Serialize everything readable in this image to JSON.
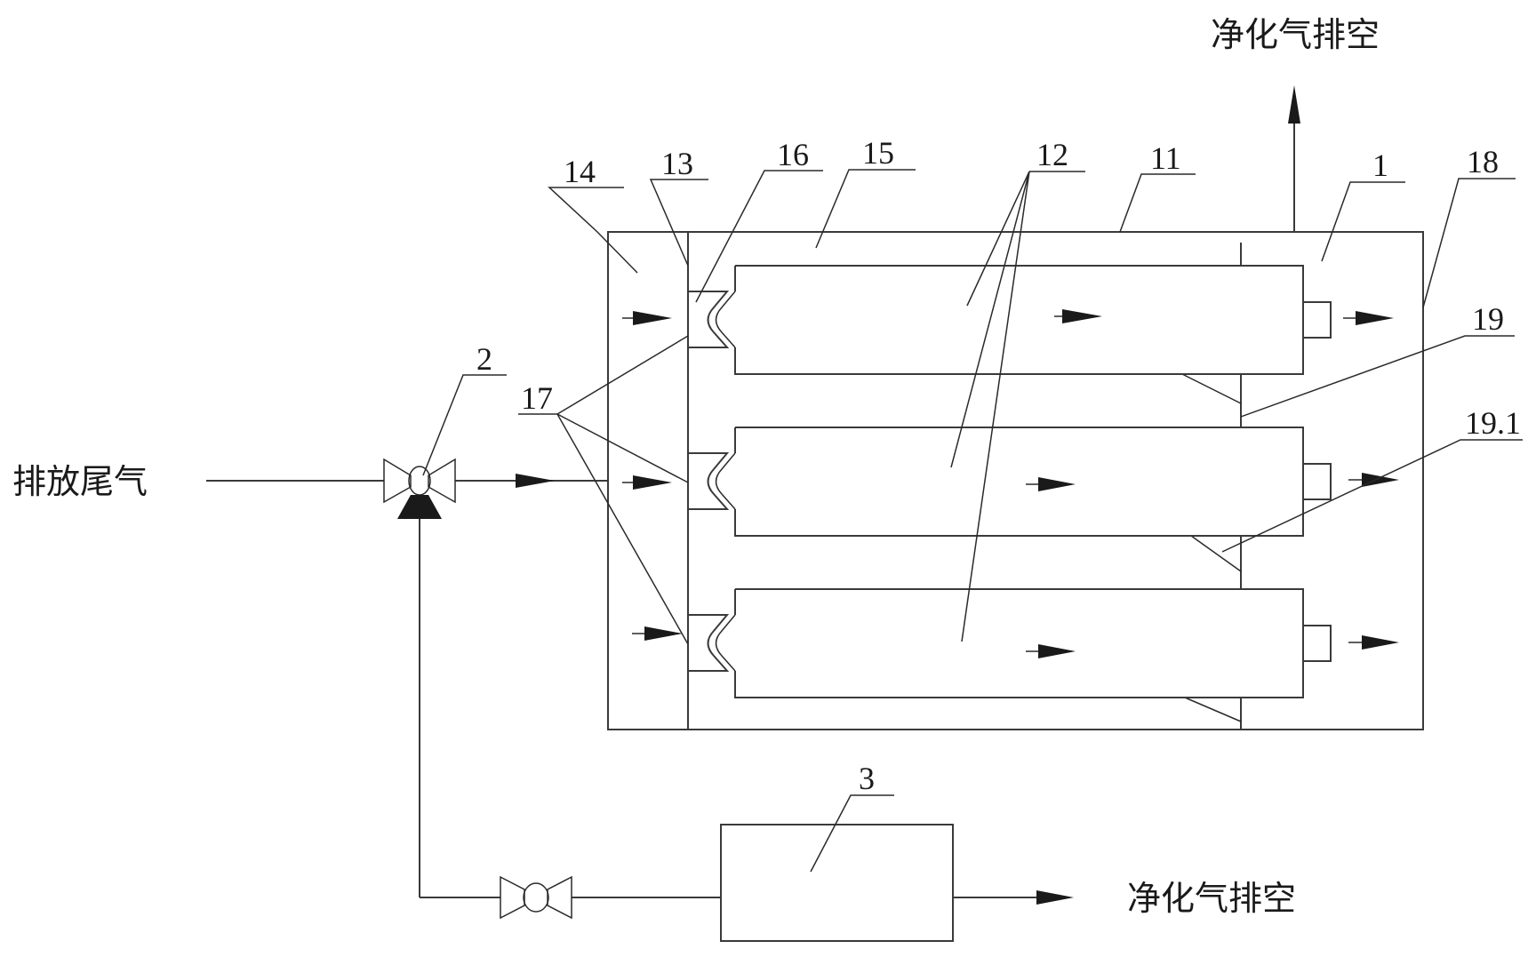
{
  "diagram": {
    "type": "process-flow-schematic",
    "texts": {
      "inlet_label": "排放尾气",
      "top_outlet_label": "净化气排空",
      "bottom_outlet_label": "净化气排空"
    },
    "callouts": {
      "c1": "1",
      "c2": "2",
      "c3": "3",
      "c11": "11",
      "c12": "12",
      "c13": "13",
      "c14": "14",
      "c15": "15",
      "c16": "16",
      "c17": "17",
      "c18": "18",
      "c19": "19",
      "c19_1": "19.1"
    },
    "components": [
      {
        "id": "1",
        "name": "purification housing"
      },
      {
        "id": "2",
        "name": "three-way control valve"
      },
      {
        "id": "3",
        "name": "secondary treatment unit"
      },
      {
        "id": "11",
        "name": "housing top wall"
      },
      {
        "id": "12",
        "name": "filter cartridges",
        "count": 3
      },
      {
        "id": "13",
        "name": "inlet partition"
      },
      {
        "id": "14",
        "name": "inlet chamber"
      },
      {
        "id": "15",
        "name": "filter chamber"
      },
      {
        "id": "16",
        "name": "cartridge seat"
      },
      {
        "id": "17",
        "name": "cartridge inlets"
      },
      {
        "id": "18",
        "name": "housing side wall"
      },
      {
        "id": "19",
        "name": "outlet partition"
      },
      {
        "id": "19.1",
        "name": "partition support braces"
      }
    ],
    "colors": {
      "line": "#3a3a3a",
      "arrow": "#1a1a1a",
      "background": "#ffffff"
    }
  }
}
